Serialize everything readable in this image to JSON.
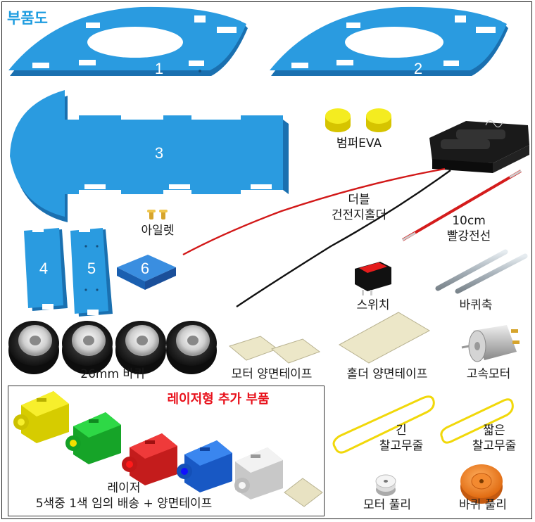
{
  "title": "부품도",
  "panel_numbers": [
    "1",
    "2",
    "3",
    "4",
    "5",
    "6"
  ],
  "labels": {
    "bumper": "범퍼EVA",
    "battery_holder_line1": "더블",
    "battery_holder_line2": "건전지홀더",
    "red_wire_line1": "10cm",
    "red_wire_line2": "빨강전선",
    "eyelet": "아일렛",
    "switch": "스위치",
    "axle": "바퀴축",
    "wheels": "26mm 바퀴",
    "motor_tape": "모터 양면테이프",
    "holder_tape": "홀더 양면테이프",
    "motor": "고속모터",
    "long_band_line1": "긴",
    "long_band_line2": "찰고무줄",
    "short_band_line1": "짧은",
    "short_band_line2": "찰고무줄",
    "motor_pulley": "모터 풀리",
    "wheel_pulley": "바퀴 풀리"
  },
  "laser_section": {
    "title": "레이저형 추가 부품",
    "caption_line1": "레이저",
    "caption_line2": "5색중 1색 임의 배송 + 양면테이프"
  },
  "colors": {
    "title_blue": "#1f9de0",
    "foam_blue": "#2a9be0",
    "laser_title_red": "#e8101a",
    "laser_yellow": "#f2e800",
    "laser_green": "#1ec832",
    "laser_red": "#e42626",
    "laser_blue": "#1e6ee6",
    "laser_white": "#e8e8e8"
  }
}
